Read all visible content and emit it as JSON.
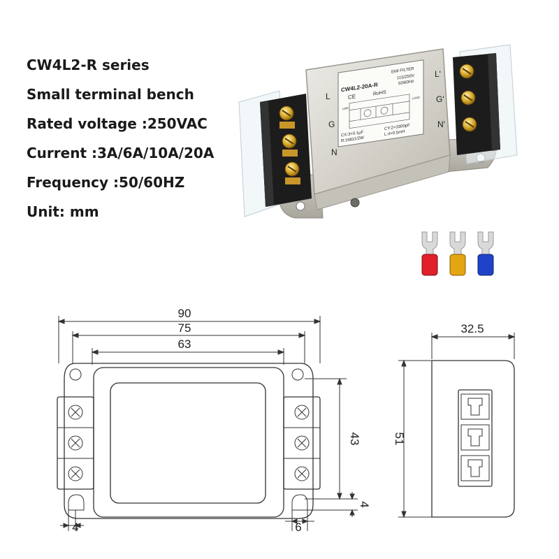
{
  "specs": [
    "CW4L2-R series",
    "Small terminal bench",
    "Rated voltage :250VAC",
    "Current :3A/6A/10A/20A",
    "Frequency :50/60HZ",
    "Unit: mm"
  ],
  "photo": {
    "label_top": "EMI FILTER",
    "model": "CW4L2-20A-R",
    "rating_1": "115/250V",
    "rating_2": "50/60Hz",
    "ce_mark": "CE",
    "rohs_mark": "RoHS",
    "spec_cx": "CX:3×0.1μF",
    "spec_cy": "CY:2×3300pF",
    "spec_r": "R:1MΩ1/2W",
    "spec_l": "L:4×0.5mH",
    "term_line": "LINE",
    "term_load": "LOAD",
    "left_l": "L",
    "left_g": "G",
    "left_n": "N",
    "right_l": "L'",
    "right_g": "G'",
    "right_n": "N'",
    "lug_colors": [
      "#e0202a",
      "#e3a513",
      "#1f43c8"
    ]
  },
  "drawing": {
    "dim_overall_width": "90",
    "dim_hole_spacing": "75",
    "dim_body_width": "63",
    "dim_depth": "32.5",
    "dim_hole_vertical": "43",
    "dim_height": "51",
    "dim_hole_offset_right": "4",
    "dim_hole_offset_left": "4",
    "dim_slot_width": "6"
  }
}
